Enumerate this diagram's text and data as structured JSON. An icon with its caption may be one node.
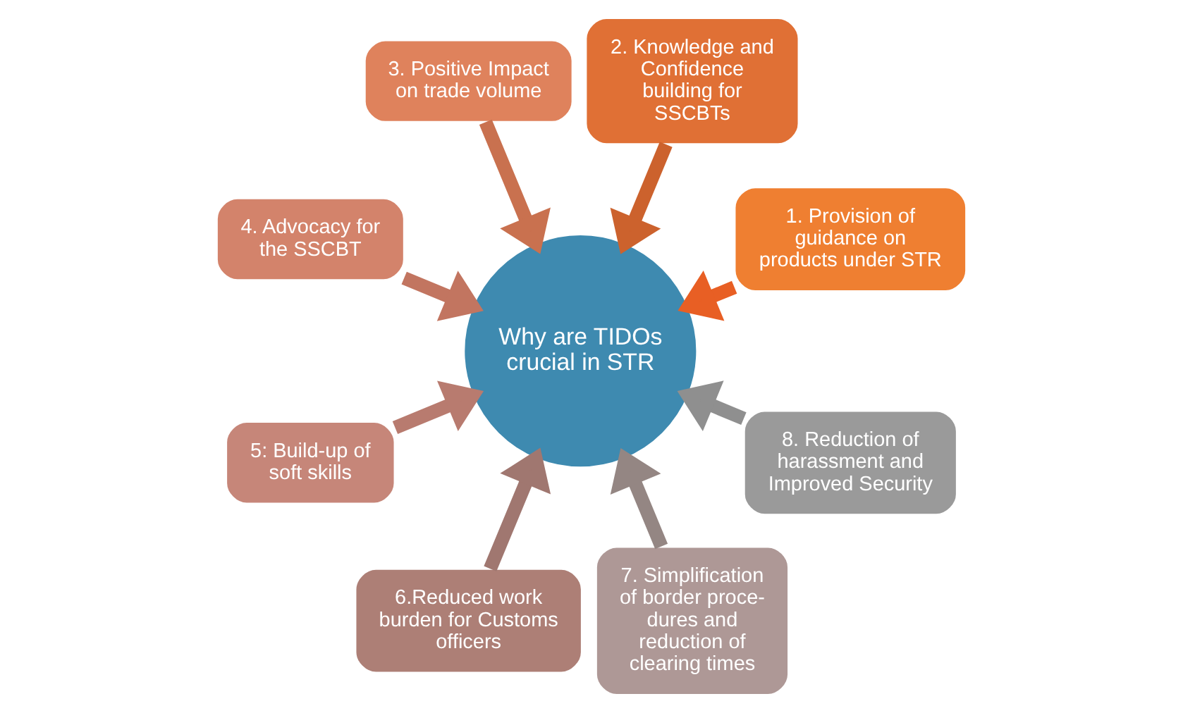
{
  "diagram": {
    "nodes": [
      {
        "text": [
          "Why are TIDOs crucial in STR"
        ]
      },
      {
        "text": [
          "1. Provision of guidance on products under STR"
        ]
      },
      {
        "text": [
          "2. Knowledge and Confidence building for SSCBTs"
        ]
      },
      {
        "text": [
          "3. Positive Impact on trade volume"
        ]
      },
      {
        "text": [
          "4. Advocacy for the SSCBT"
        ]
      },
      {
        "text": [
          "5: Build-up of soft skills"
        ]
      },
      {
        "text": [
          "6.Reduced work burden for Customs officers"
        ]
      },
      {
        "text": [
          "7. Simplification of border proce- dures and reduction of clearing times"
        ]
      },
      {
        "text": [
          "8. Reduction of harassment and Improved Security"
        ]
      }
    ],
    "edges": [
      {
        "from": 1,
        "to": 0,
        "arrow": "to",
        "color": "#e85f24"
      },
      {
        "from": 2,
        "to": 0,
        "arrow": "to",
        "color": "#cc622d"
      },
      {
        "from": 3,
        "to": 0,
        "arrow": "to",
        "color": "#c9714f"
      },
      {
        "from": 4,
        "to": 0,
        "arrow": "to",
        "color": "#c27560"
      },
      {
        "from": 5,
        "to": 0,
        "arrow": "to",
        "color": "#b87b6f"
      },
      {
        "from": 6,
        "to": 0,
        "arrow": "to",
        "color": "#a07770"
      },
      {
        "from": 7,
        "to": 0,
        "arrow": "to",
        "color": "#948683"
      },
      {
        "from": 8,
        "to": 0,
        "arrow": "to",
        "color": "#8f8f8f"
      }
    ]
  }
}
